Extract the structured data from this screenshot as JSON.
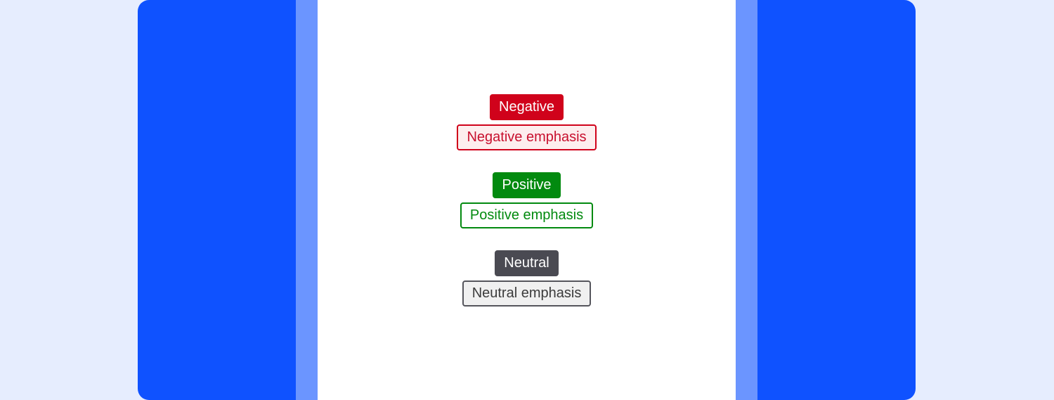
{
  "colors": {
    "page_background": "#e6edfe",
    "frame_blue": "#0f52ff",
    "gutter_blue": "#6b95ff",
    "content_background": "#ffffff",
    "negative": "#d0021b",
    "positive": "#028a0f",
    "neutral": "#4a4a52"
  },
  "badges": {
    "negative": {
      "solid_label": "Negative",
      "emphasis_label": "Negative emphasis"
    },
    "positive": {
      "solid_label": "Positive",
      "emphasis_label": "Positive emphasis"
    },
    "neutral": {
      "solid_label": "Neutral",
      "emphasis_label": "Neutral emphasis"
    }
  }
}
